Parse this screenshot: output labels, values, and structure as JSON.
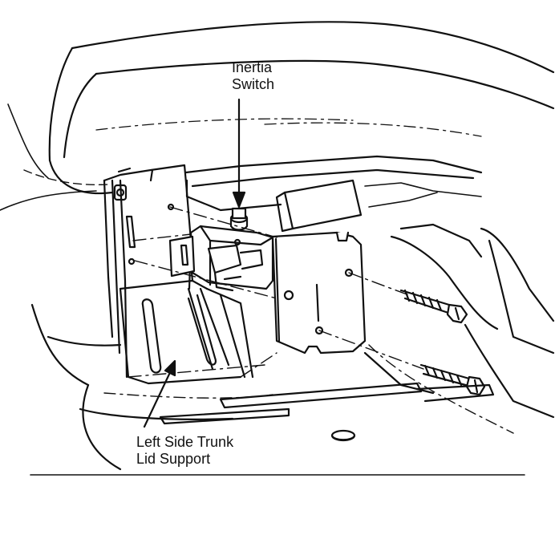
{
  "labels": {
    "inertia_switch": {
      "line1": "Inertia",
      "line2": "Switch"
    },
    "trunk_lid_support": {
      "line1": "Left Side Trunk",
      "line2": "Lid Support"
    }
  },
  "colors": {
    "ink": "#111111",
    "paper": "#ffffff"
  }
}
